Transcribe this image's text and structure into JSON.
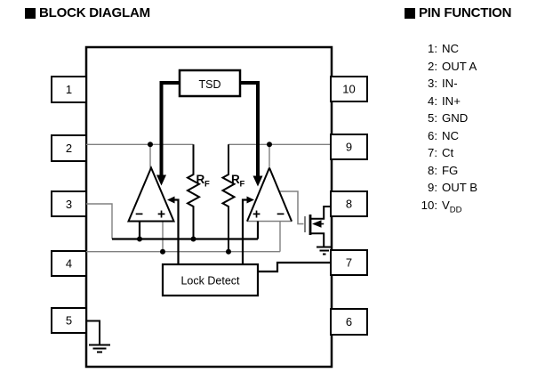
{
  "header": {
    "block_title": "BLOCK DIAGLAM",
    "pin_title": "PIN FUNCTION"
  },
  "pin_function": {
    "items": [
      {
        "num": "1:",
        "name": "NC"
      },
      {
        "num": "2:",
        "name": "OUT A"
      },
      {
        "num": "3:",
        "name": "IN-"
      },
      {
        "num": "4:",
        "name": "IN+"
      },
      {
        "num": "5:",
        "name": "GND"
      },
      {
        "num": "6:",
        "name": "NC"
      },
      {
        "num": "7:",
        "name": "Ct"
      },
      {
        "num": "8:",
        "name": "FG"
      },
      {
        "num": "9:",
        "name": "OUT B"
      },
      {
        "num": "10:",
        "name": "V",
        "sub": "DD"
      }
    ]
  },
  "diagram": {
    "ic_pins_left": [
      "1",
      "2",
      "3",
      "4",
      "5"
    ],
    "ic_pins_right": [
      "10",
      "9",
      "8",
      "7",
      "6"
    ],
    "tsd_label": "TSD",
    "lock_detect_label": "Lock Detect",
    "rf": {
      "main": "R",
      "sub": "F"
    },
    "amp_a": {
      "left": "−",
      "right": "+"
    },
    "amp_b": {
      "left": "+",
      "right": "−"
    },
    "colors": {
      "wire_black": "#000000",
      "wire_gray": "#808080"
    }
  }
}
